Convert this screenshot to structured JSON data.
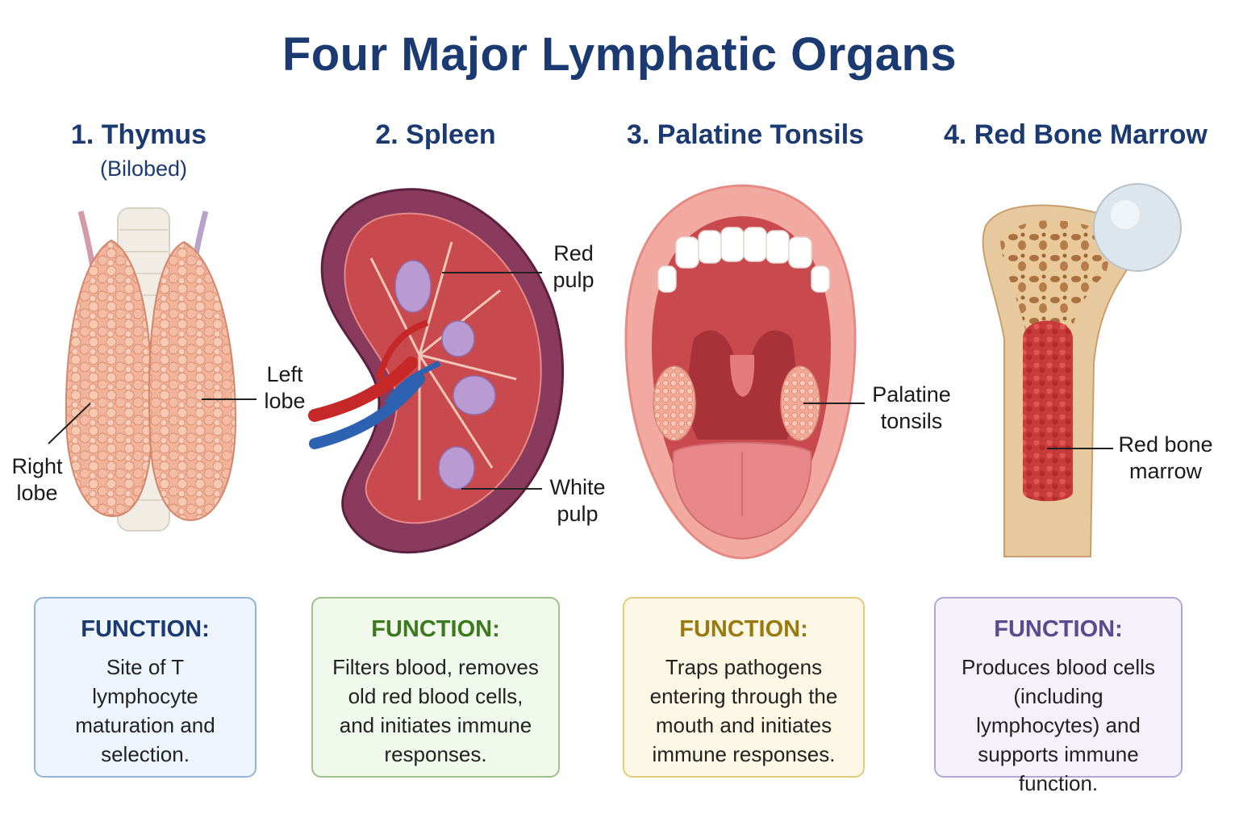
{
  "title": "Four Major Lymphatic Organs",
  "organs": [
    {
      "heading": "1. Thymus",
      "subheading": "(Bilobed)",
      "labels": [
        "Left\nlobe",
        "Right\nlobe"
      ],
      "function_heading": "FUNCTION:",
      "function_text": "Site of T lymphocyte maturation and selection.",
      "box_border": "#8fb3d9",
      "box_bg": "#eef5fc",
      "heading_color": "#1b3a72"
    },
    {
      "heading": "2. Spleen",
      "labels": [
        "Red\npulp",
        "White\npulp"
      ],
      "function_heading": "FUNCTION:",
      "function_text": "Filters blood, removes old red blood cells, and initiates immune responses.",
      "box_border": "#9cc48a",
      "box_bg": "#f1f8ec",
      "heading_color": "#3c7a1f"
    },
    {
      "heading": "3. Palatine Tonsils",
      "labels": [
        "Palatine\ntonsils"
      ],
      "function_heading": "FUNCTION:",
      "function_text": "Traps pathogens entering through the mouth and initiates immune responses.",
      "box_border": "#e3cc7c",
      "box_bg": "#fdf8e6",
      "heading_color": "#9a7a10"
    },
    {
      "heading": "4. Red Bone Marrow",
      "labels": [
        "Red bone\nmarrow"
      ],
      "function_heading": "FUNCTION:",
      "function_text": "Produces blood cells (including lymphocytes) and supports immune function.",
      "box_border": "#b3a6d3",
      "box_bg": "#f4f1fa",
      "heading_color": "#5a4a8e"
    }
  ],
  "icons": [
    "thymus-illustration",
    "spleen-illustration",
    "open-mouth-illustration",
    "femur-illustration"
  ]
}
